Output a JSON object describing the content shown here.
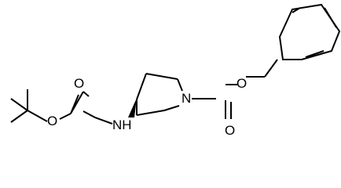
{
  "molecule": {
    "atoms": {
      "o_tbu_ether": "O",
      "o_boc_carbonyl": "O",
      "n_amine": "NH",
      "n_ring": "N",
      "o_cbz_carbonyl": "O",
      "o_cbz_ether": "O"
    }
  }
}
